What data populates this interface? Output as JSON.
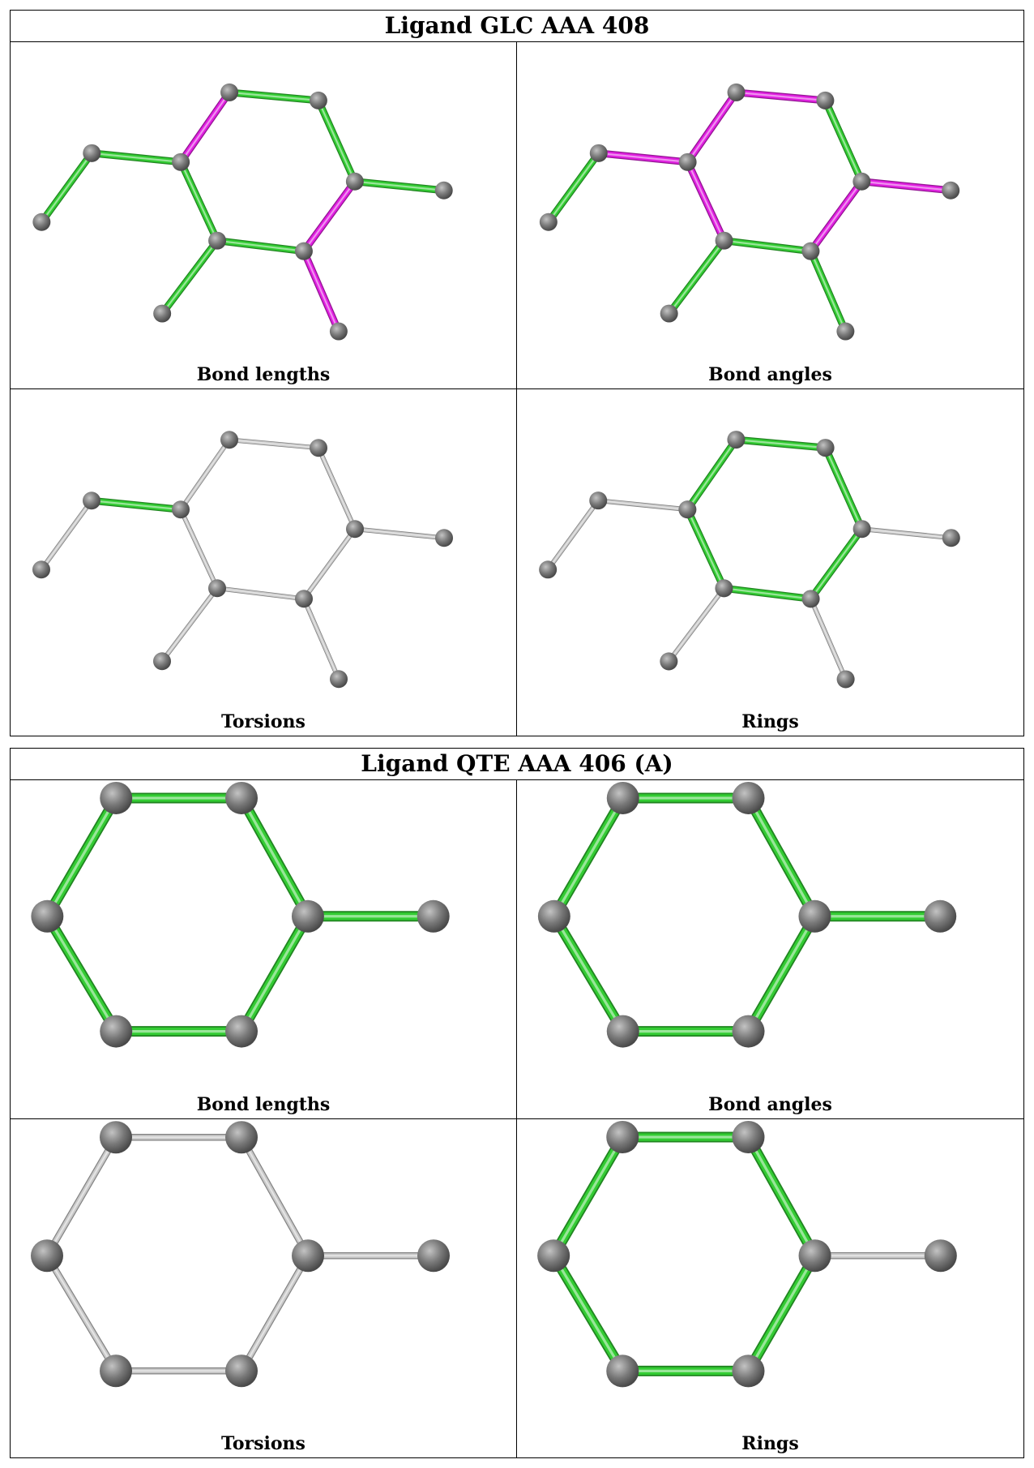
{
  "colors": {
    "ok_bond": "#33cc33",
    "outlier_bond": "#e020e0",
    "not_assessed_bond": "#c8c8c8",
    "atom": "#7a7a7a",
    "border": "#000000"
  },
  "panels": [
    {
      "title": "Ligand GLC AAA 408",
      "cells": [
        {
          "caption": "Bond lengths"
        },
        {
          "caption": "Bond angles"
        },
        {
          "caption": "Torsions"
        },
        {
          "caption": "Rings"
        }
      ]
    },
    {
      "title": "Ligand QTE AAA 406 (A)",
      "cells": [
        {
          "caption": "Bond lengths"
        },
        {
          "caption": "Bond angles"
        },
        {
          "caption": "Torsions"
        },
        {
          "caption": "Rings"
        }
      ]
    }
  ]
}
